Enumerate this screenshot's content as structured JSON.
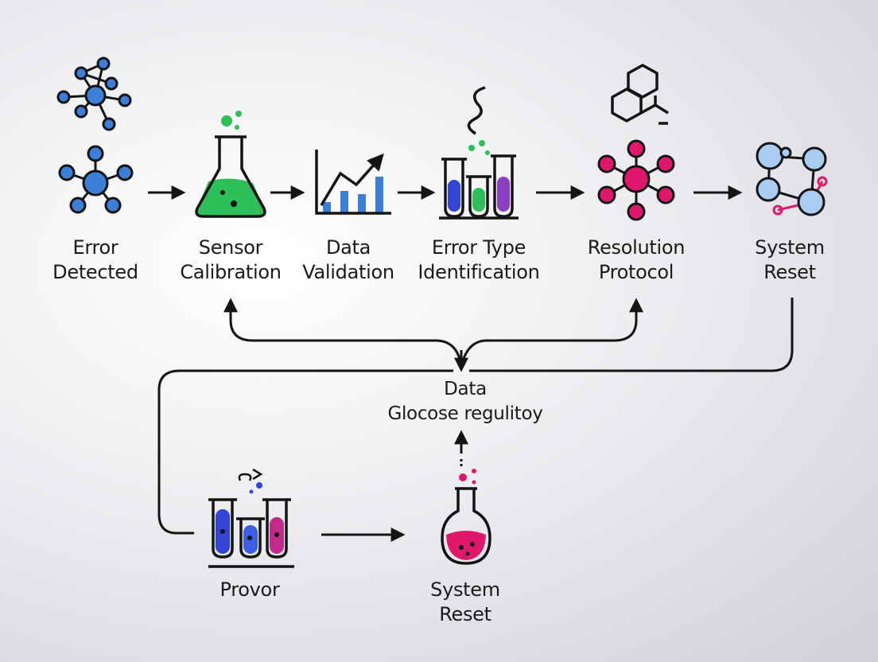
{
  "steps": [
    {
      "line1": "Error",
      "line2": "Detected"
    },
    {
      "line1": "Sensor",
      "line2": "Calibration"
    },
    {
      "line1": "Data",
      "line2": "Validation"
    },
    {
      "line1": "Error Type",
      "line2": "Identification"
    },
    {
      "line1": "Resolution",
      "line2": "Protocol"
    },
    {
      "line1": "System",
      "line2": "Reset"
    }
  ],
  "hub": {
    "line1": "Data",
    "line2": "Glocose regulitoy"
  },
  "bottom": {
    "left": {
      "line1": "Provor"
    },
    "right": {
      "line1": "System",
      "line2": "Reset"
    }
  },
  "colors": {
    "stroke": "#141414",
    "blue": "#3b7fd9",
    "blue_light": "#a9cdf2",
    "green": "#2fbf58",
    "purple": "#8a3fc0",
    "magenta": "#e0186c",
    "indigo": "#3344d6"
  }
}
